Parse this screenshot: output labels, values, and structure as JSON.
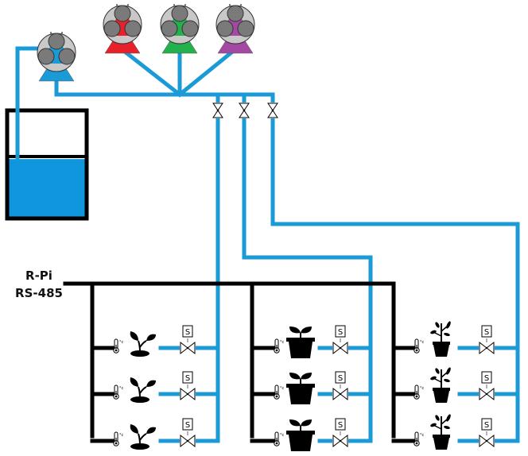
{
  "title": "Hydroponic nutrient dosing and irrigation system",
  "controller": {
    "line1": "R-Pi",
    "line2": "RS-485"
  },
  "colors": {
    "pipe": "#1a9ad6",
    "bus": "#000000",
    "tank_water": "#0f96dc",
    "pump_casing": "#c8c8c8",
    "pump_roller": "#7a7a7a"
  },
  "pumps": [
    {
      "name": "water-pump",
      "color": "#1a9ad6"
    },
    {
      "name": "nutrient-pump-red",
      "color": "#e8202a"
    },
    {
      "name": "nutrient-pump-green",
      "color": "#22b14c"
    },
    {
      "name": "nutrient-pump-purple",
      "color": "#a349a4"
    }
  ],
  "tank": {
    "name": "water-tank",
    "fill_level": 0.55
  },
  "zone_valves": 3,
  "zones": [
    {
      "name": "zone-1",
      "plant": "seedling-icon",
      "beds": [
        {
          "sensor": "thermometer-icon",
          "solenoid_label": "S"
        },
        {
          "sensor": "thermometer-icon",
          "solenoid_label": "S"
        },
        {
          "sensor": "thermometer-icon",
          "solenoid_label": "S"
        }
      ]
    },
    {
      "name": "zone-2",
      "plant": "potted-sprout-icon",
      "beds": [
        {
          "sensor": "thermometer-icon",
          "solenoid_label": "S"
        },
        {
          "sensor": "thermometer-icon",
          "solenoid_label": "S"
        },
        {
          "sensor": "thermometer-icon",
          "solenoid_label": "S"
        }
      ]
    },
    {
      "name": "zone-3",
      "plant": "potted-plant-icon",
      "beds": [
        {
          "sensor": "thermometer-icon",
          "solenoid_label": "S"
        },
        {
          "sensor": "thermometer-icon",
          "solenoid_label": "S"
        },
        {
          "sensor": "thermometer-icon",
          "solenoid_label": "S"
        }
      ]
    }
  ]
}
